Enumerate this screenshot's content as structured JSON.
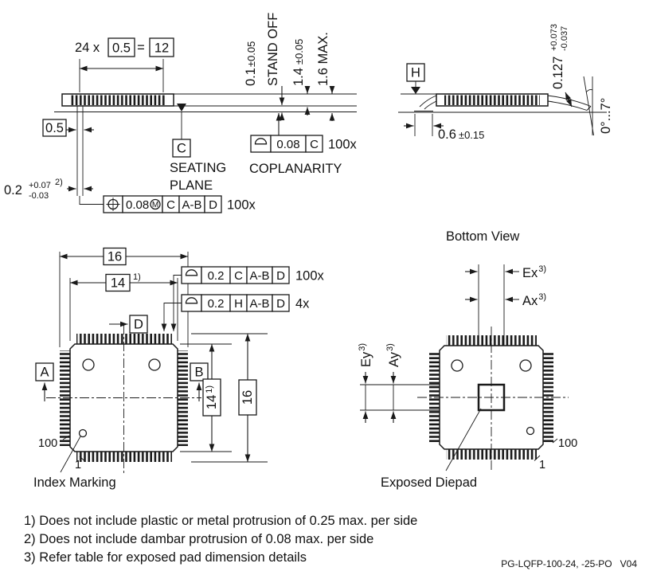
{
  "side_view": {
    "pitch_prefix": "24 x",
    "pitch_value": "0.5",
    "equals_sign": "=",
    "pitch_total": "12",
    "lead_width_basic": "0.5",
    "dambar": {
      "value": "0.2",
      "tol_plus": "+0.07",
      "tol_minus": "-0.03",
      "note_ref": "2)"
    },
    "standoff_value": "0.1",
    "standoff_tol": "±0.05",
    "standoff_label": "STAND OFF",
    "thickness_value": "1.4",
    "thickness_tol": "±0.05",
    "height_max": "1.6 MAX.",
    "datum_c": "C",
    "seating_word": "SEATING",
    "plane_word": "PLANE",
    "coplanarity_label": "COPLANARITY",
    "coplanarity_fcf": {
      "tolerance": "0.08",
      "datum": "C",
      "count": "100x"
    },
    "position_fcf": {
      "tolerance": "0.08",
      "modifier": "M",
      "datum1": "C",
      "datum2": "A-B",
      "datum3": "D",
      "count": "100x"
    }
  },
  "detail_view": {
    "datum_h": "H",
    "lead_thickness": {
      "value": "0.127",
      "tol_plus": "+0.073",
      "tol_minus": "-0.037"
    },
    "foot_angle": "0°...7°",
    "foot_length_value": "0.6",
    "foot_length_tol": "±0.15"
  },
  "top_view": {
    "overall_width": "16",
    "body_width": "14",
    "body_width_note": "1)",
    "lead_fcf": {
      "tolerance": "0.2",
      "datum1": "C",
      "datum2": "A-B",
      "datum3": "D",
      "count": "100x"
    },
    "corner_lead_fcf": {
      "tolerance": "0.2",
      "datum1": "H",
      "datum2": "A-B",
      "datum3": "D",
      "count": "4x"
    },
    "datum_d": "D",
    "datum_a": "A",
    "datum_b": "B",
    "body_height": "14",
    "body_height_note": "1)",
    "overall_height": "16",
    "pin_100": "100",
    "pin_1": "1",
    "index_marking_label": "Index Marking"
  },
  "bottom_view": {
    "title": "Bottom View",
    "ex": "Ex",
    "ex_note": "3)",
    "ax": "Ax",
    "ax_note": "3)",
    "ey": "Ey",
    "ey_note": "3)",
    "ay": "Ay",
    "ay_note": "3)",
    "diepad_label": "Exposed Diepad",
    "pin_100": "100",
    "pin_1": "1"
  },
  "notes": {
    "note1": "1) Does not include plastic or metal protrusion of 0.25 max. per side",
    "note2": "2) Does not include dambar protrusion of 0.08 max. per side",
    "note3": "3) Refer table for exposed pad dimension details"
  },
  "footer": {
    "document_code": "PG-LQFP-100-24, -25-PO",
    "version": "V04"
  }
}
